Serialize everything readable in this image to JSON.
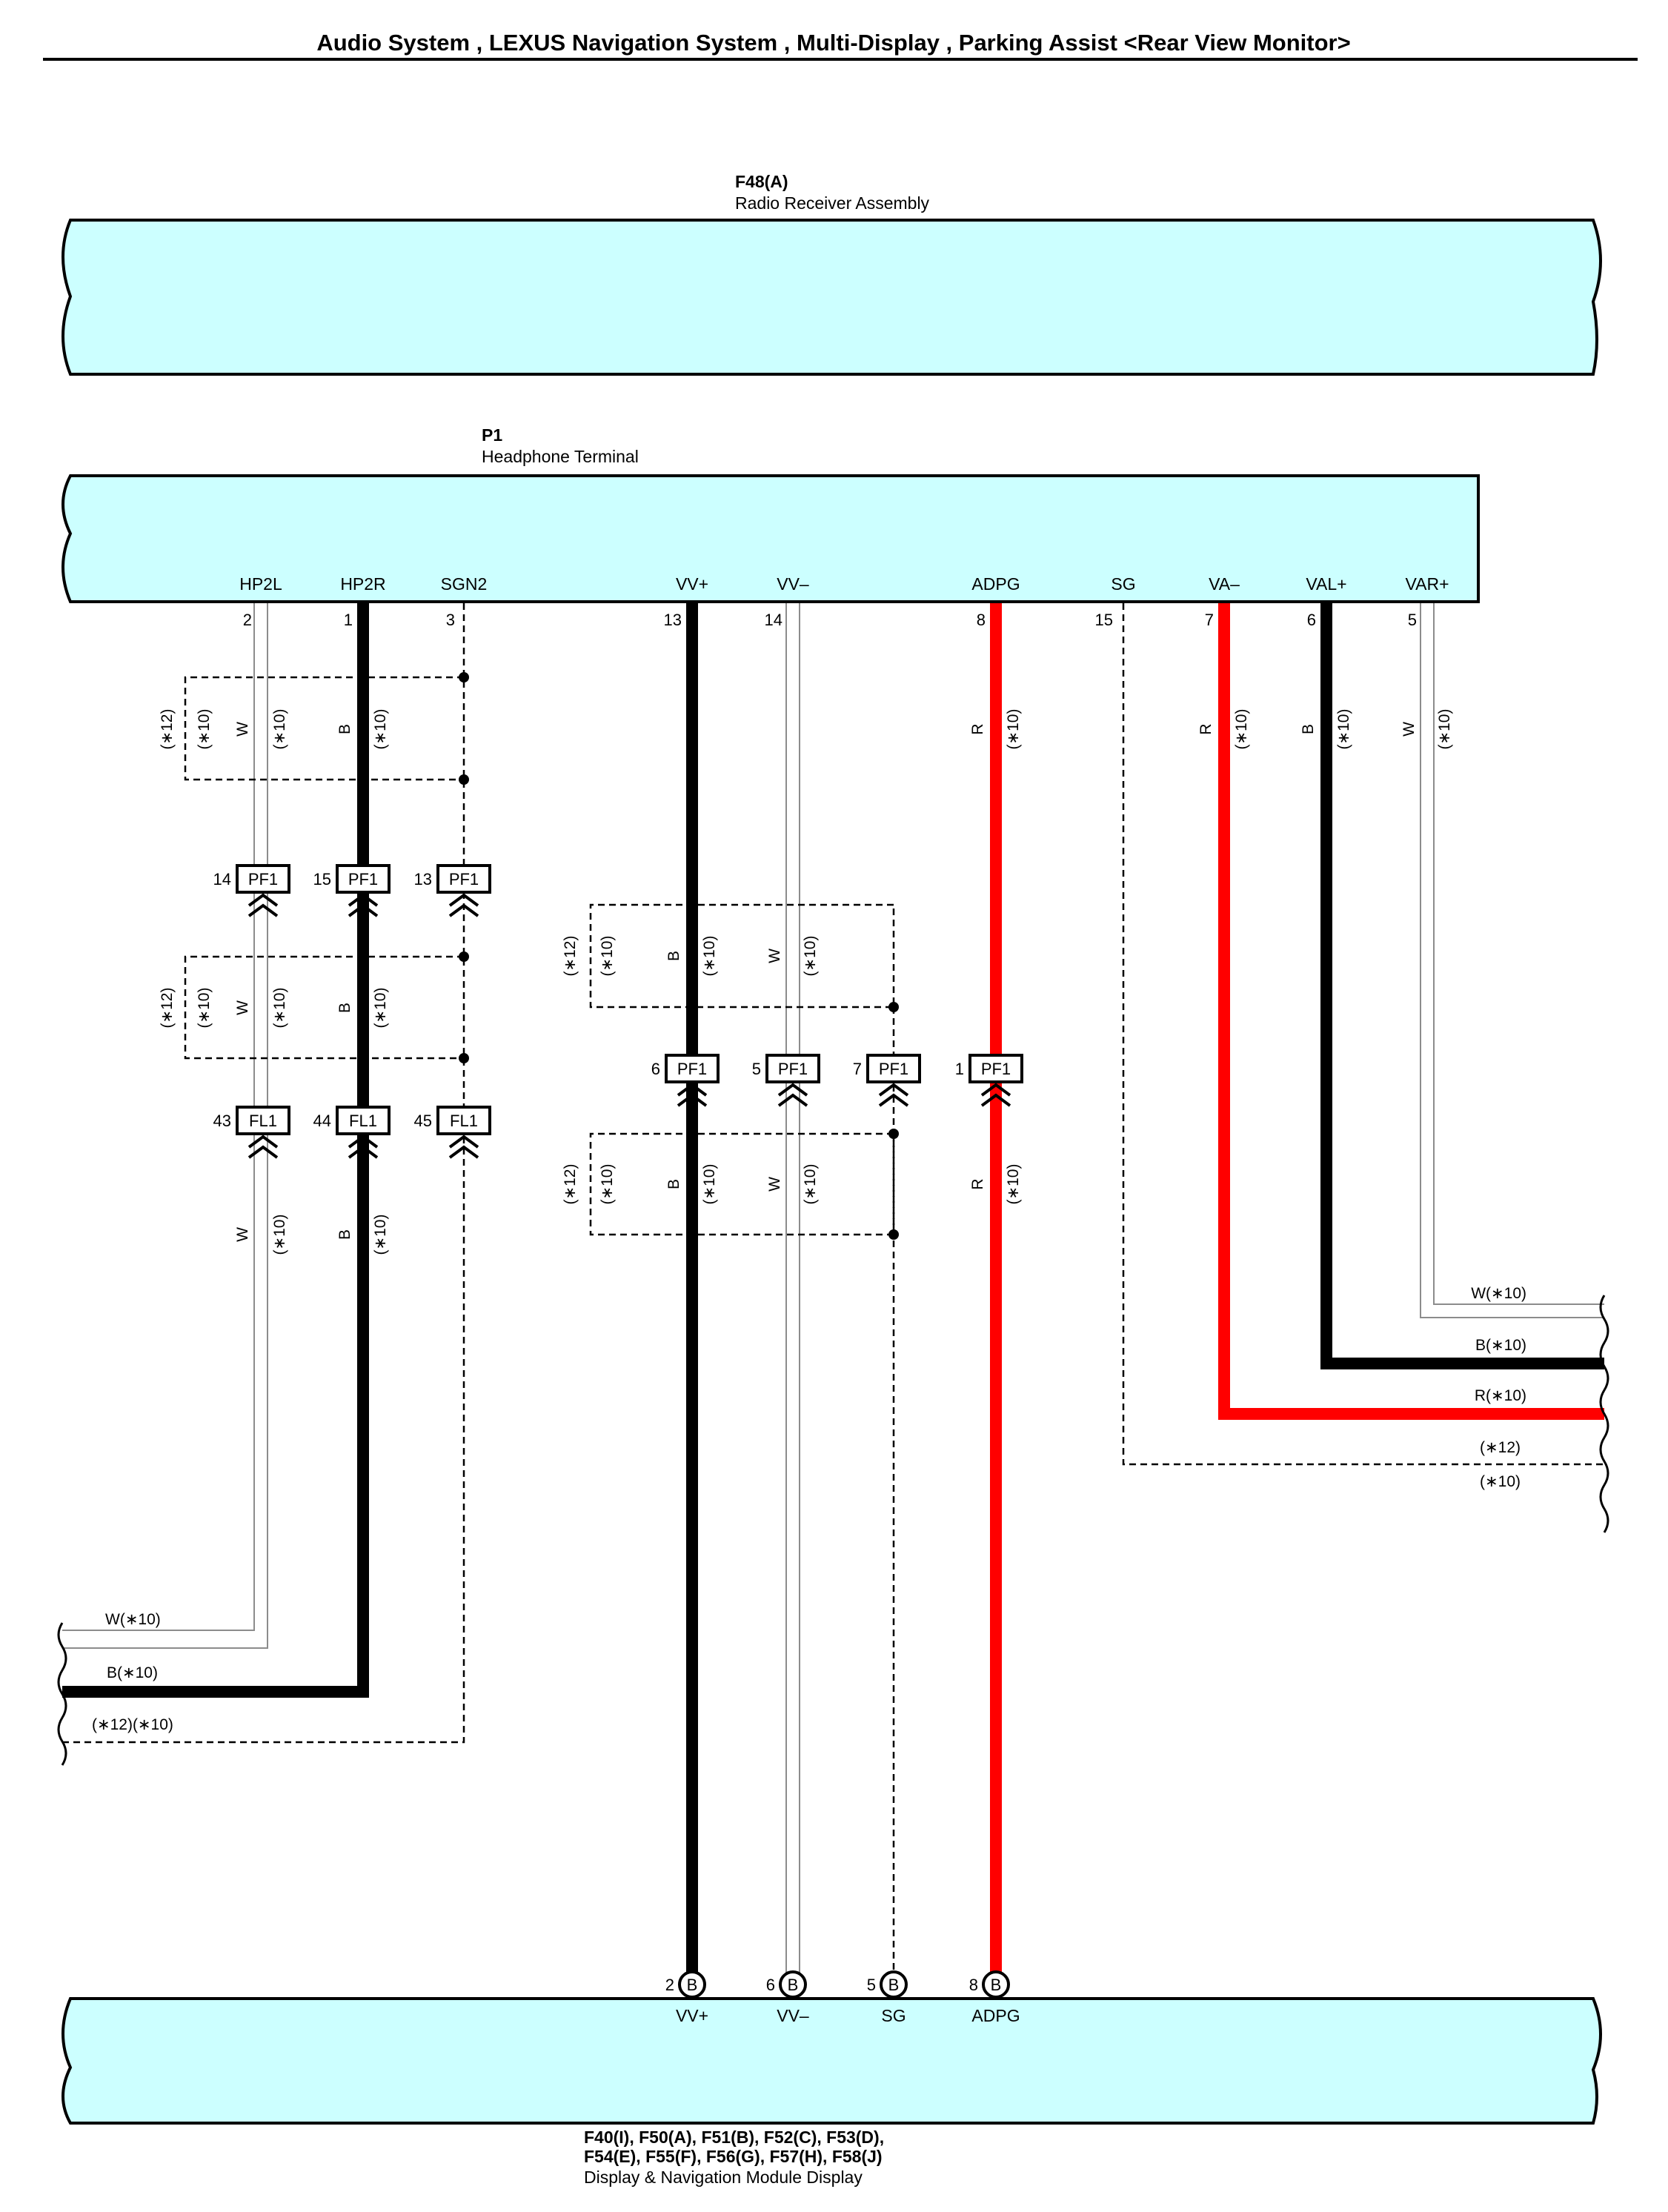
{
  "title": "Audio System , LEXUS Navigation System , Multi-Display , Parking Assist <Rear View Monitor>",
  "components": {
    "radio": {
      "id": "F48(A)",
      "name": "Radio Receiver Assembly"
    },
    "headphone": {
      "id": "P1",
      "name": "Headphone Terminal"
    },
    "display": {
      "id_line1": "F40(I), F50(A), F51(B), F52(C), F53(D),",
      "id_line2": "F54(E), F55(F), F56(G), F57(H), F58(J)",
      "name": "Display & Navigation Module Display"
    }
  },
  "p1_pins": [
    {
      "name": "HP2L",
      "num": "2"
    },
    {
      "name": "HP2R",
      "num": "1"
    },
    {
      "name": "SGN2",
      "num": "3"
    },
    {
      "name": "VV+",
      "num": "13"
    },
    {
      "name": "VV–",
      "num": "14"
    },
    {
      "name": "ADPG",
      "num": "8"
    },
    {
      "name": "SG",
      "num": "15"
    },
    {
      "name": "VA–",
      "num": "7"
    },
    {
      "name": "VAL+",
      "num": "6"
    },
    {
      "name": "VAR+",
      "num": "5"
    }
  ],
  "display_pins": [
    {
      "name": "VV+",
      "num": "2",
      "conn": "B"
    },
    {
      "name": "VV–",
      "num": "6",
      "conn": "B"
    },
    {
      "name": "SG",
      "num": "5",
      "conn": "B"
    },
    {
      "name": "ADPG",
      "num": "8",
      "conn": "B"
    }
  ],
  "junctions": [
    {
      "num": "14",
      "label": "PF1"
    },
    {
      "num": "15",
      "label": "PF1"
    },
    {
      "num": "13",
      "label": "PF1"
    },
    {
      "num": "43",
      "label": "FL1"
    },
    {
      "num": "44",
      "label": "FL1"
    },
    {
      "num": "45",
      "label": "FL1"
    },
    {
      "num": "6",
      "label": "PF1"
    },
    {
      "num": "5",
      "label": "PF1"
    },
    {
      "num": "7",
      "label": "PF1"
    },
    {
      "num": "1",
      "label": "PF1"
    }
  ],
  "wire_labels": {
    "w": "W",
    "b": "B",
    "r": "R",
    "n10": "(∗10)",
    "n12": "(∗12)",
    "w10": "W(∗10)",
    "b10": "B(∗10)",
    "r10": "R(∗10)",
    "n12n10": "(∗12)(∗10)"
  },
  "colors": {
    "panel": "#ccffff",
    "wire_red": "#ff0000",
    "wire_black": "#000000",
    "wire_white": "#ffffff",
    "wire_white_outline": "#8c8c8c"
  }
}
